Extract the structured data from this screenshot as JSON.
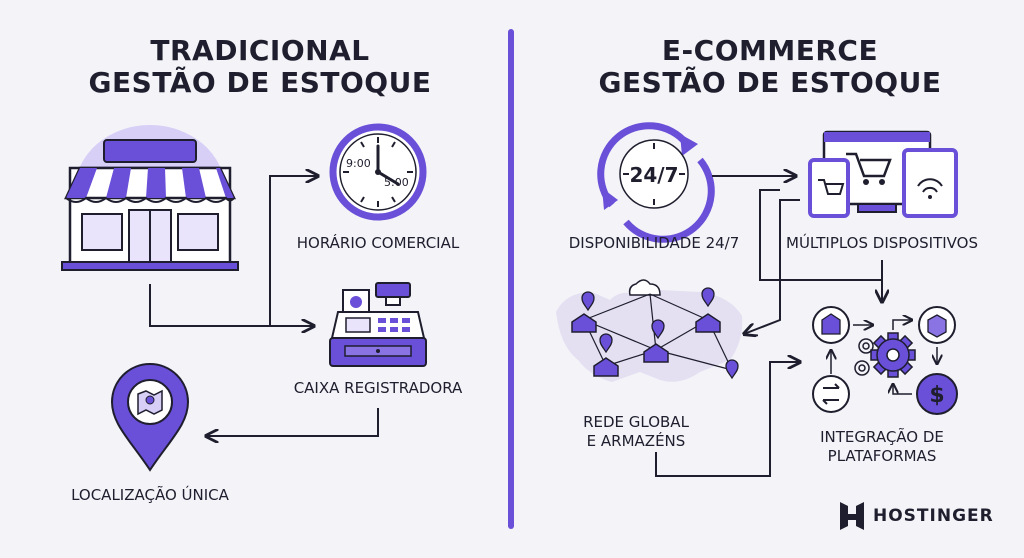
{
  "left": {
    "title_line1": "TRADICIONAL",
    "title_line2": "GESTÃO DE ESTOQUE",
    "labels": {
      "business_hours": "HORÁRIO COMERCIAL",
      "cash_register": "CAIXA REGISTRADORA",
      "single_location": "LOCALIZAÇÃO ÚNICA"
    },
    "clock_times": {
      "left": "9:00",
      "right": "5:00"
    }
  },
  "right": {
    "title_line1": "E-COMMERCE",
    "title_line2": "GESTÃO DE ESTOQUE",
    "labels": {
      "availability": "DISPONIBILIDADE 24/7",
      "multi_device": "MÚLTIPLOS DISPOSITIVOS",
      "global_network_line1": "REDE GLOBAL",
      "global_network_line2": "E ARMAZÉNS",
      "integration_line1": "INTEGRAÇÃO DE",
      "integration_line2": "PLATAFORMAS"
    },
    "clock_text": "24/7",
    "dollar": "$"
  },
  "brand": {
    "name": "HOSTINGER"
  },
  "colors": {
    "accent": "#6a4fd8",
    "accent_light": "#d8cff7",
    "ink": "#1e1e2e",
    "background": "#f3f3f8"
  },
  "icons": [
    "storefront-icon",
    "wall-clock-icon",
    "cash-register-icon",
    "map-pin-icon",
    "24-7-clock-icon",
    "devices-icon",
    "world-map-warehouses-icon",
    "gear-integration-icon",
    "brand-logo-icon"
  ]
}
